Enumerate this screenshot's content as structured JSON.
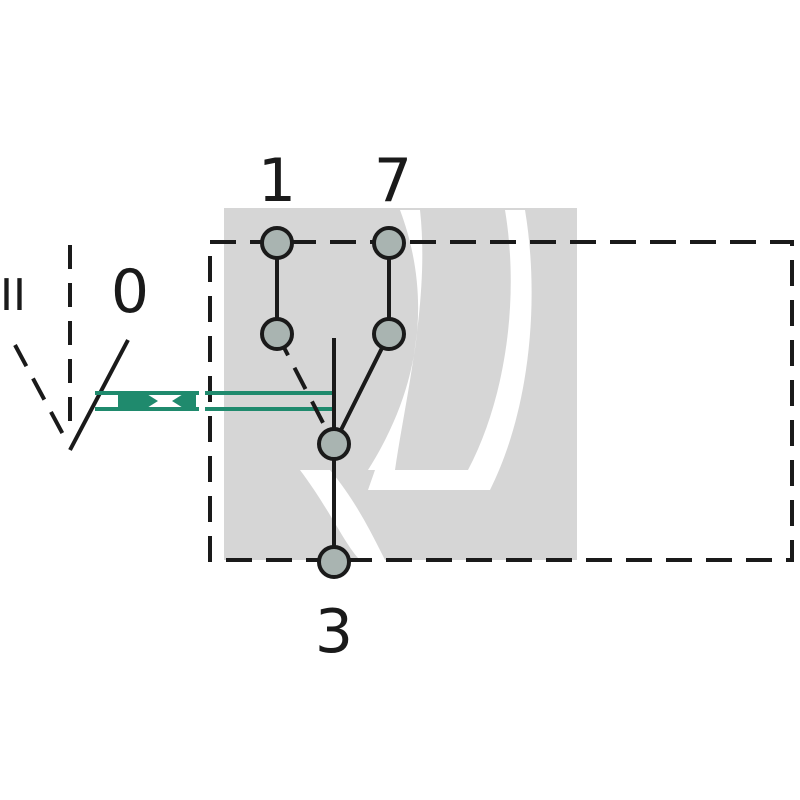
{
  "diagram": {
    "terminals": {
      "t1": "1",
      "t7": "7",
      "t3": "3"
    },
    "positions": {
      "p0": "0",
      "p2": "II"
    },
    "colors": {
      "line": "#1a1a1a",
      "terminal_fill": "#a9b4b1",
      "housing_shade": "#d6d6d6",
      "actuator": "#1f8a6d"
    }
  }
}
